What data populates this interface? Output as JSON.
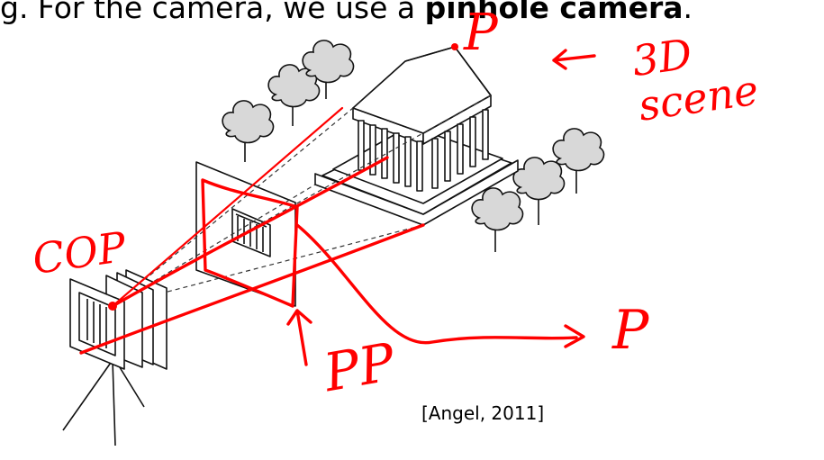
{
  "heading": {
    "prefix": "g. For the camera, we use a ",
    "emphasis": "pinhole camera",
    "suffix": "."
  },
  "citation": "[Angel, 2011]",
  "annotations": {
    "point_label_top": "P",
    "scene_label": "3D scene",
    "cop_label": "COP",
    "pp_label": "PP",
    "point_label_right": "P"
  },
  "colors": {
    "annotation_ink": "#ff0000",
    "line_art": "#111111",
    "foliage": "#d8d8d8"
  }
}
